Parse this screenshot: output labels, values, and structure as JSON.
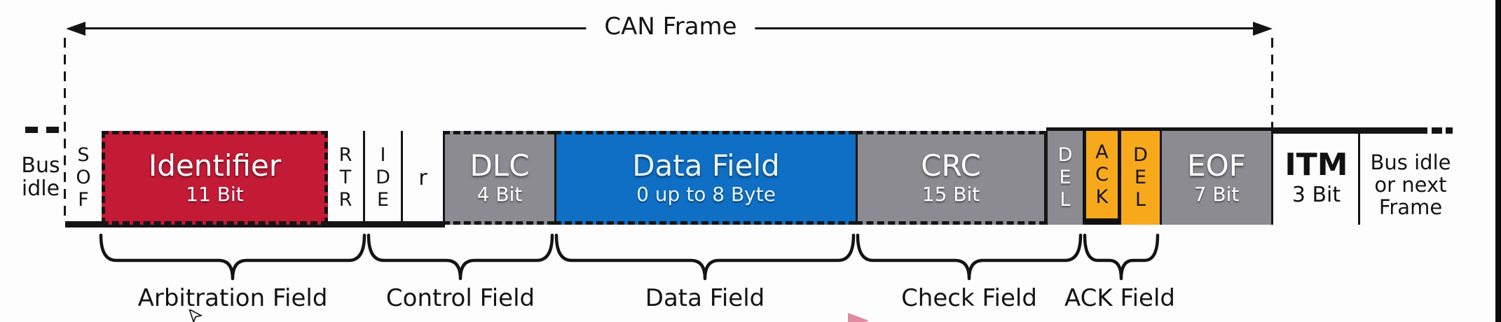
{
  "frame_title": "CAN Frame",
  "bus_idle_left": "Bus\nidle",
  "bus_idle_right": "Bus idle\nor next\nFrame",
  "fields": {
    "sof": {
      "stack": "S\nO\nF"
    },
    "identifier": {
      "name": "Identifier",
      "size": "11 Bit"
    },
    "rtr": {
      "stack": "R\nT\nR"
    },
    "ide": {
      "stack": "I\nD\nE"
    },
    "reserved": {
      "label": "r"
    },
    "dlc": {
      "name": "DLC",
      "size": "4 Bit"
    },
    "data_field": {
      "name": "Data Field",
      "size": "0 up to 8 Byte"
    },
    "crc": {
      "name": "CRC",
      "size": "15 Bit"
    },
    "del_before_ack": {
      "stack": "D\nE\nL"
    },
    "ack": {
      "stack": "A\nC\nK"
    },
    "del_after_ack": {
      "stack": "D\nE\nL"
    },
    "eof": {
      "name": "EOF",
      "size": "7 Bit"
    },
    "itm": {
      "name": "ITM",
      "size": "3 Bit"
    }
  },
  "group_labels": {
    "arbitration": "Arbitration Field",
    "control": "Control Field",
    "data": "Data Field",
    "check": "Check Field",
    "ack": "ACK Field"
  },
  "colors": {
    "identifier_red": "#c31a36",
    "data_blue": "#0f6fc5",
    "field_gray": "#8b8b91",
    "ack_orange": "#f7a81b",
    "line_black": "#141414",
    "pink_cursor": "#e08ba0"
  }
}
